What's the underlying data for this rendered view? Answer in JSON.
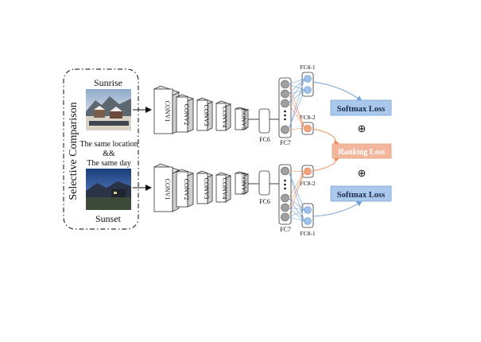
{
  "selection": {
    "title": "Selective Comparison",
    "top_label": "Sunrise",
    "bottom_label": "Sunset",
    "caption_line1": "The same location",
    "caption_line2": "&&",
    "caption_line3": "The same day"
  },
  "layers": {
    "conv": [
      "CONV1",
      "CONV2",
      "CONV3",
      "CONV4",
      "CONV5"
    ],
    "fc6": "FC6",
    "fc7": "FC7",
    "fc8_1": "FC8-1",
    "fc8_2": "FC8-2"
  },
  "losses": {
    "softmax_top": "Softmax Loss",
    "ranking": "Ranking Loss",
    "softmax_bottom": "Softmax Loss",
    "plus_symbol": "⊕"
  },
  "colors": {
    "softmax_fill": "#a9c8ec",
    "softmax_border": "#7aa5d6",
    "ranking_fill": "#f2b79d",
    "ranking_text": "#ffffff",
    "blue_node": "#9fc2ec",
    "orange_node": "#f3a27c",
    "gray_node": "#a0a0a0",
    "blue_line": "#6ea3dc",
    "orange_line": "#ef8f5c"
  }
}
